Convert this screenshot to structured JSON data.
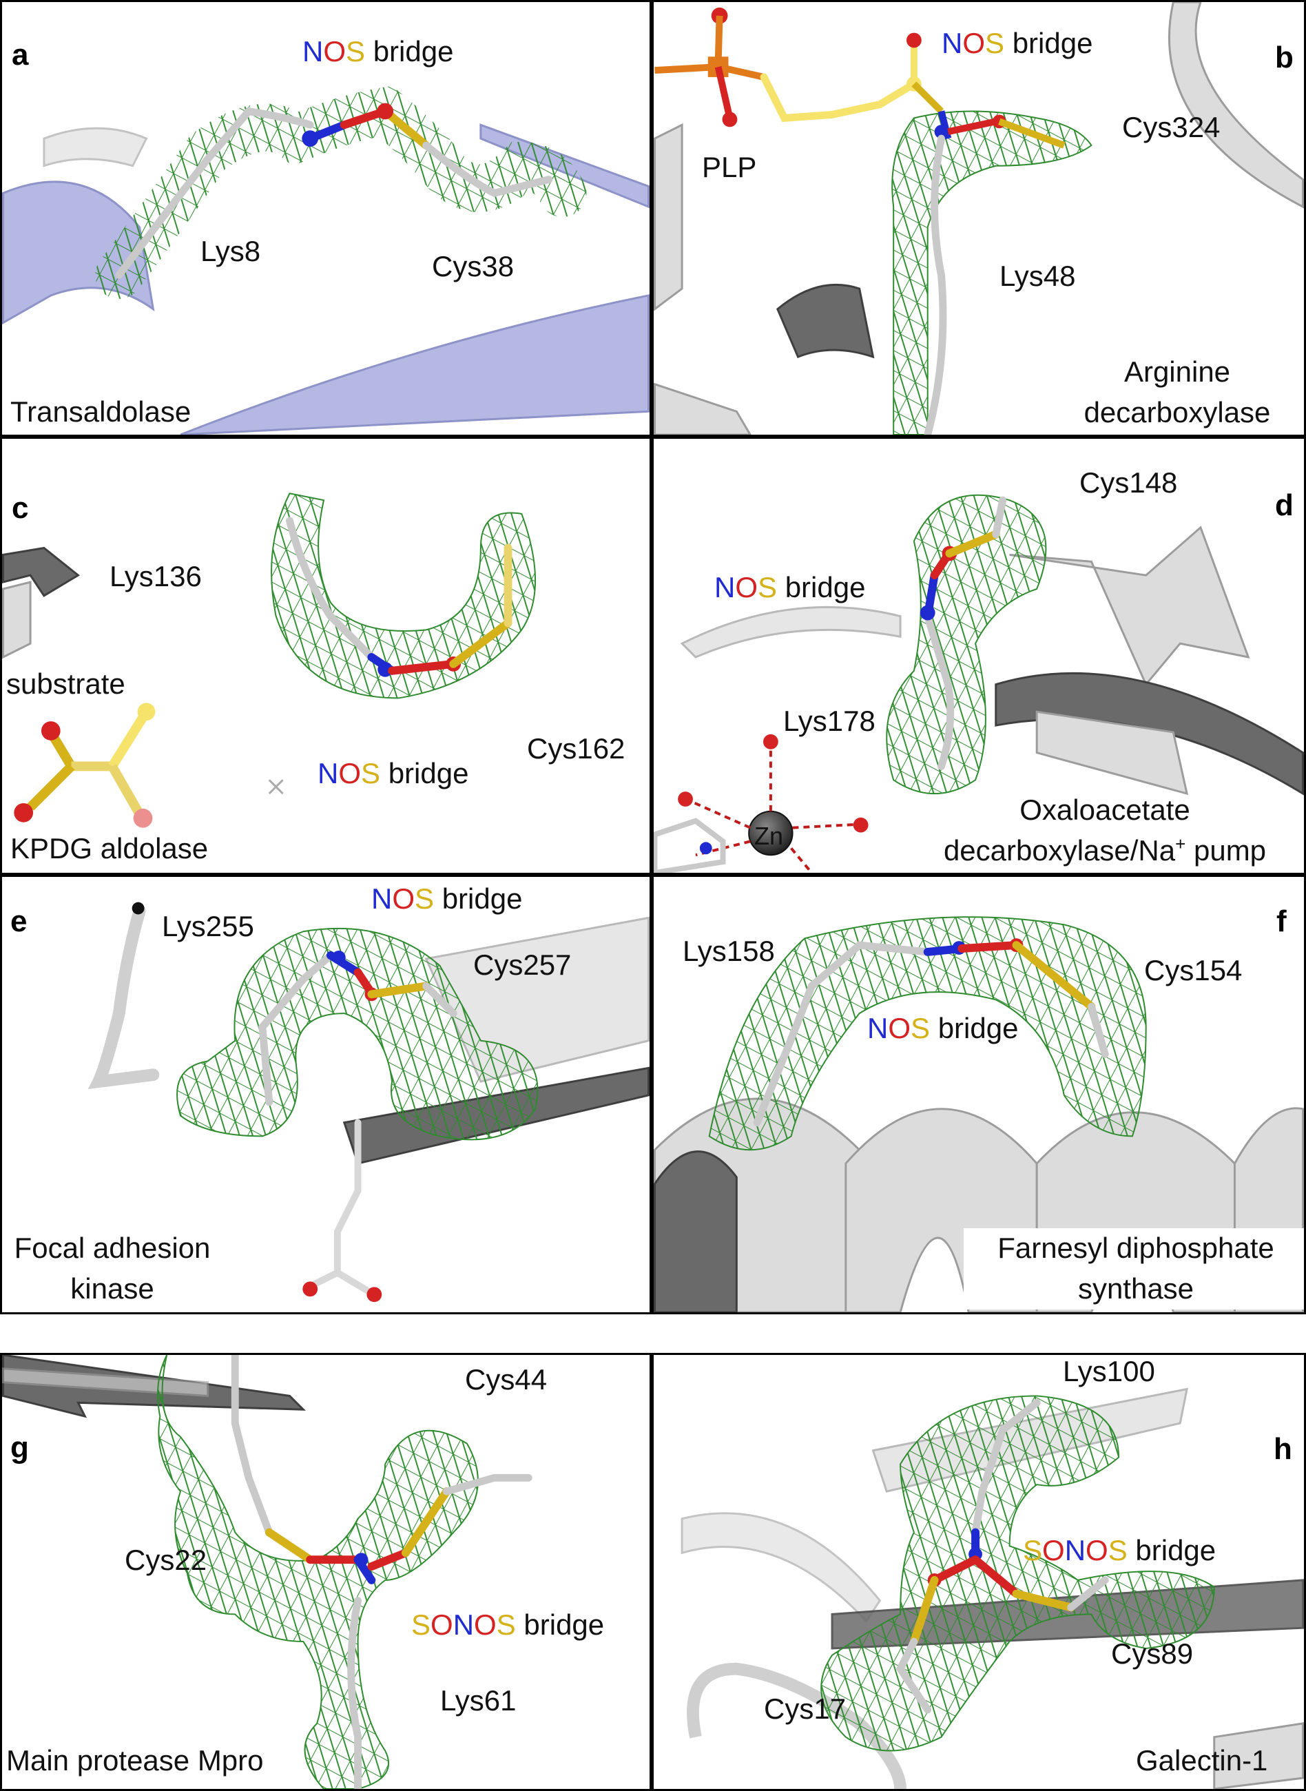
{
  "colors": {
    "nitrogen": "#1f2bd1",
    "oxygen": "#d52222",
    "sulfur": "#d6b21a",
    "density_mesh": "#2e8b2e",
    "ribbon": "#dcdcdc",
    "ribbon_transaldolase": "#b4b8e3"
  },
  "panels": {
    "a": {
      "letter": "a",
      "bridge": [
        "N",
        "O",
        "S"
      ],
      "bridge_word": "bridge",
      "residues": [
        "Lys8",
        "Cys38"
      ],
      "caption": [
        "Transaldolase"
      ]
    },
    "b": {
      "letter": "b",
      "bridge": [
        "N",
        "O",
        "S"
      ],
      "bridge_word": "bridge",
      "residues": [
        "PLP",
        "Cys324",
        "Lys48"
      ],
      "caption": [
        "Arginine",
        "decarboxylase"
      ]
    },
    "c": {
      "letter": "c",
      "bridge": [
        "N",
        "O",
        "S"
      ],
      "bridge_word": "bridge",
      "residues": [
        "Lys136",
        "substrate",
        "Cys162"
      ],
      "caption": [
        "KPDG aldolase"
      ]
    },
    "d": {
      "letter": "d",
      "bridge": [
        "N",
        "O",
        "S"
      ],
      "bridge_word": "bridge",
      "residues": [
        "Cys148",
        "Lys178",
        "Zn"
      ],
      "caption": [
        "Oxaloacetate",
        "decarboxylase/Na",
        "+",
        " pump"
      ]
    },
    "e": {
      "letter": "e",
      "bridge": [
        "N",
        "O",
        "S"
      ],
      "bridge_word": "bridge",
      "residues": [
        "Lys255",
        "Cys257"
      ],
      "caption": [
        "Focal adhesion",
        "kinase"
      ]
    },
    "f": {
      "letter": "f",
      "bridge": [
        "N",
        "O",
        "S"
      ],
      "bridge_word": "bridge",
      "residues": [
        "Lys158",
        "Cys154"
      ],
      "caption": [
        "Farnesyl diphosphate",
        "synthase"
      ]
    },
    "g": {
      "letter": "g",
      "bridge": [
        "S",
        "O",
        "N",
        "O",
        "S"
      ],
      "bridge_word": "bridge",
      "residues": [
        "Cys44",
        "Cys22",
        "Lys61"
      ],
      "caption": [
        "Main protease Mpro"
      ]
    },
    "h": {
      "letter": "h",
      "bridge": [
        "S",
        "O",
        "N",
        "O",
        "S"
      ],
      "bridge_word": "bridge",
      "residues": [
        "Lys100",
        "Cys89",
        "Cys17"
      ],
      "caption": [
        "Galectin-1"
      ]
    }
  }
}
